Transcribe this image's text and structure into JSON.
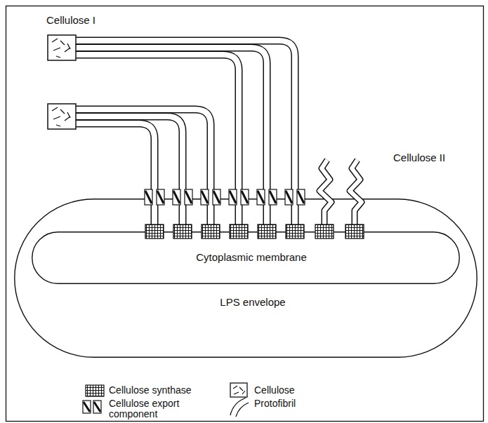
{
  "diagram": {
    "nodes": [
      {
        "text": [
          "LPS envelope"
        ]
      },
      {
        "text": [
          "Cytoplasmic membrane"
        ],
        "in": 0
      }
    ],
    "labels": [
      "Cellulose I",
      "Cellulose II"
    ],
    "legend": [
      {
        "text": "Cellulose synthase"
      },
      {
        "text": "Cellulose"
      },
      {
        "text": "Cellulose export component"
      },
      {
        "text": "Protofibril"
      }
    ]
  }
}
